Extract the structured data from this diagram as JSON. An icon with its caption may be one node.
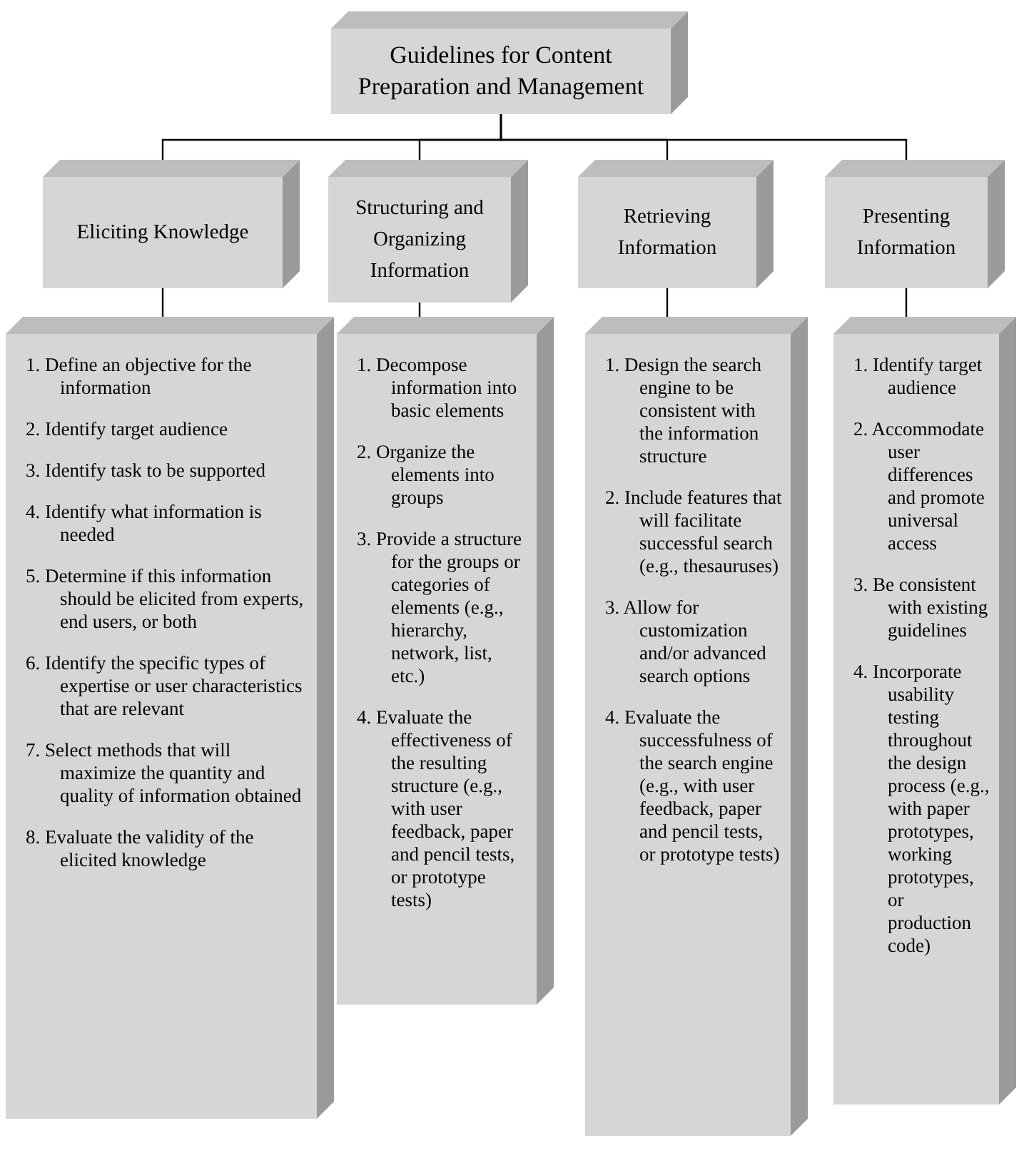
{
  "diagram": {
    "nodes": [
      {
        "text": [
          "Guidelines for Content Preparation and Management"
        ]
      },
      {
        "text": [
          "Eliciting Knowledge"
        ]
      },
      {
        "text": [
          "Structuring and Organizing Information"
        ]
      },
      {
        "text": [
          "Retrieving Information"
        ]
      },
      {
        "text": [
          "Presenting Information"
        ]
      },
      {
        "text": [
          "1. Define an objective for the information",
          "2. Identify target audience",
          "3. Identify task to be supported",
          "4. Identify what information is needed",
          "5. Determine if this information should be elicited from experts, end users, or both",
          "6. Identify the specific types of expertise or user characteristics that are relevant",
          "7. Select methods that will maximize the quantity and quality of information obtained",
          "8. Evaluate the validity of the elicited knowledge"
        ]
      },
      {
        "text": [
          "1. Decompose information into basic elements",
          "2. Organize the elements into groups",
          "3. Provide a structure for the groups or categories of elements (e.g., hierarchy, network, list, etc.)",
          "4. Evaluate the effectiveness of the resulting structure (e.g., with user feedback, paper and pencil tests, or prototype tests)"
        ]
      },
      {
        "text": [
          "1. Design the search engine to be consistent with the information structure",
          "2. Include features that will facilitate successful search (e.g., thesauruses)",
          "3. Allow for customization and/or advanced search options",
          "4. Evaluate the successfulness of the search engine (e.g., with user feedback, paper and pencil tests, or prototype tests)"
        ]
      },
      {
        "text": [
          "1. Identify target audience",
          "2. Accommodate user differences and promote universal access",
          "3. Be consistent with existing guidelines",
          "4. Incorporate usability testing throughout the design process (e.g., with paper prototypes, working prototypes, or production code)"
        ]
      }
    ],
    "edges": [
      {
        "from": 0,
        "to": 1,
        "arrow": "none"
      },
      {
        "from": 0,
        "to": 2,
        "arrow": "none"
      },
      {
        "from": 0,
        "to": 3,
        "arrow": "none"
      },
      {
        "from": 0,
        "to": 4,
        "arrow": "none"
      },
      {
        "from": 1,
        "to": 5,
        "arrow": "none"
      },
      {
        "from": 2,
        "to": 6,
        "arrow": "none"
      },
      {
        "from": 3,
        "to": 7,
        "arrow": "none"
      },
      {
        "from": 4,
        "to": 8,
        "arrow": "none"
      }
    ]
  }
}
